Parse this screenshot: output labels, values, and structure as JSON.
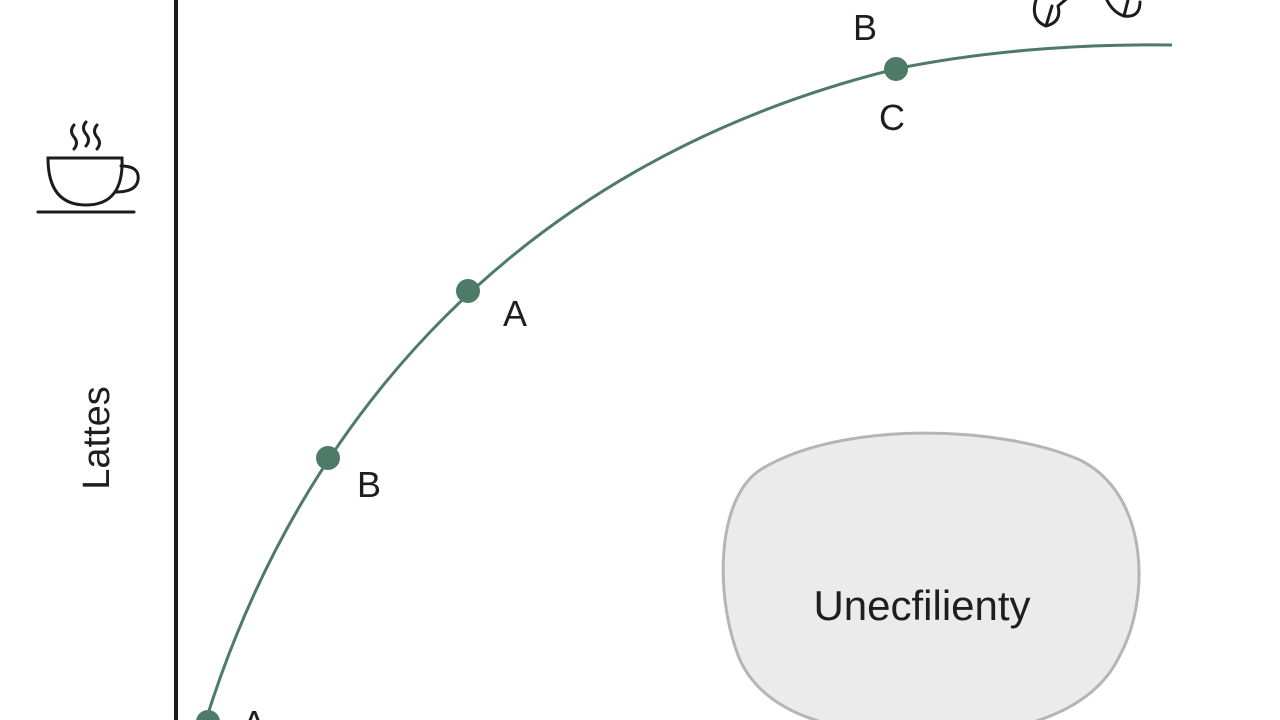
{
  "axis": {
    "y_label": "Lattes",
    "y_icon": "coffee-cup-icon",
    "x_icon": "croissant-icon"
  },
  "curve": {
    "color": "#4e7a68",
    "points": [
      {
        "label": "B",
        "name": "point-b-lower"
      },
      {
        "label": "A",
        "name": "point-a-middle"
      },
      {
        "label": "C",
        "name": "point-c-upper"
      },
      {
        "label": "A",
        "name": "point-a-origin"
      }
    ],
    "top_label": "B"
  },
  "region": {
    "label": "Unecfilienty",
    "fill": "#ebebeb",
    "stroke": "#b5b5b5"
  }
}
